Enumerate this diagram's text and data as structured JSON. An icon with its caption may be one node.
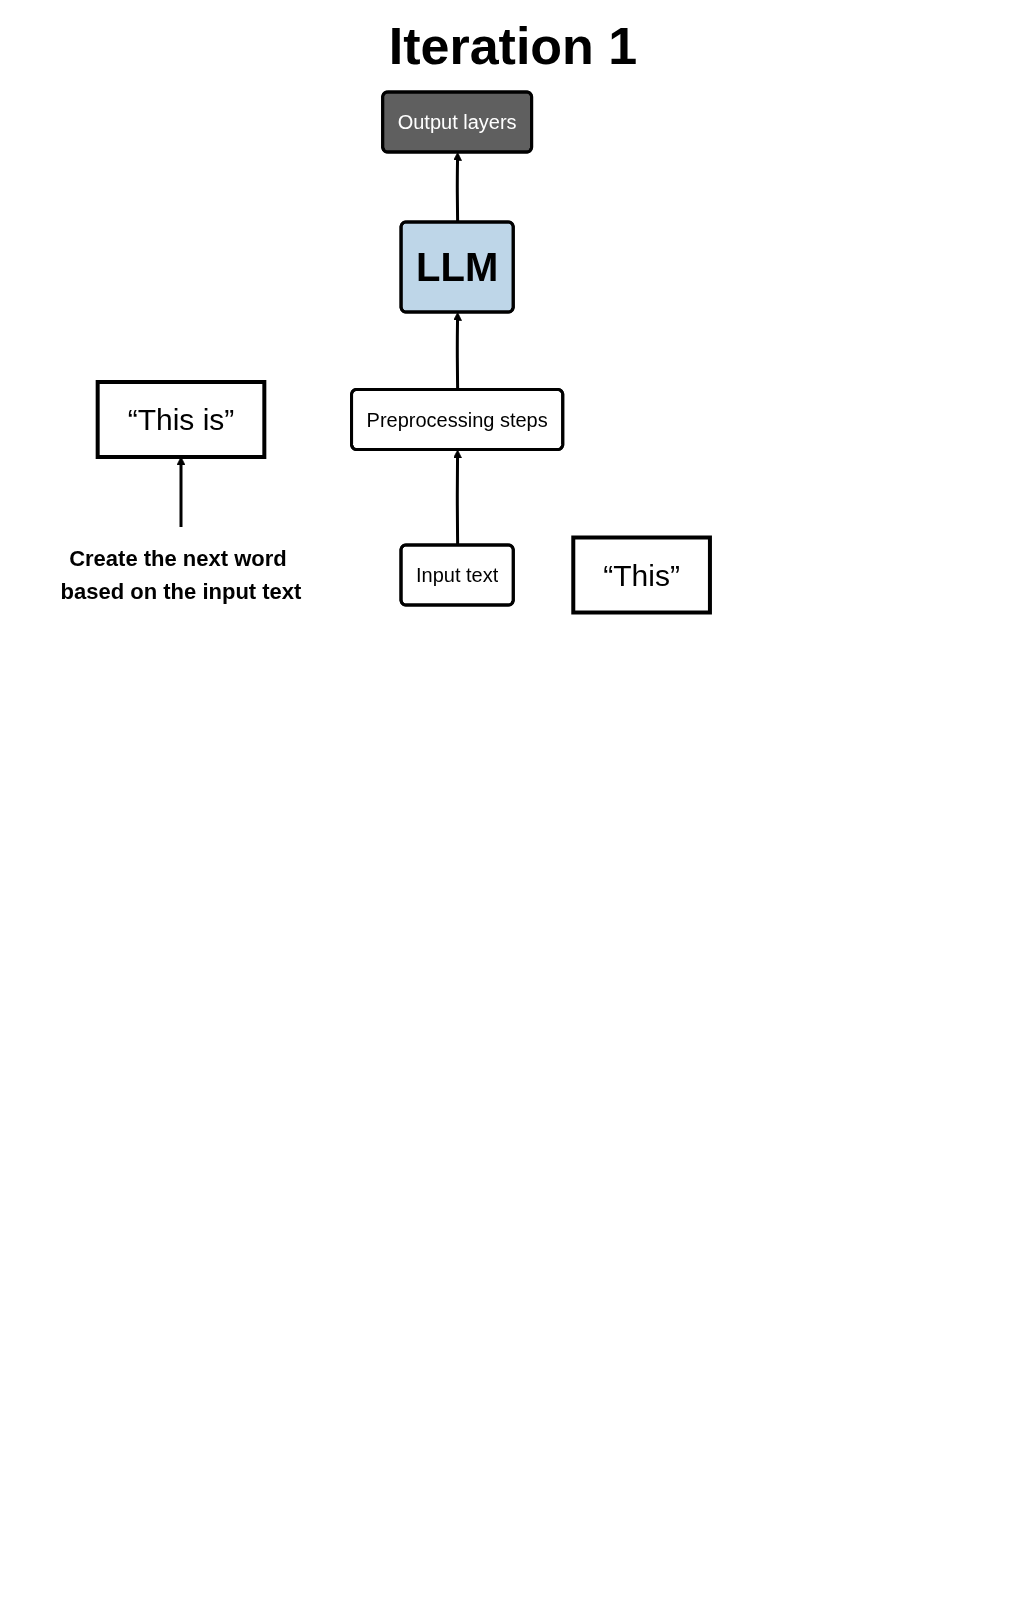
{
  "diagram": {
    "title": "Iteration 1",
    "nodes": [
      {
        "text": [
          "Create the next word based on the input text"
        ]
      },
      {
        "text": [
          "“This is”"
        ]
      },
      {
        "text": [
          "Output layers"
        ]
      },
      {
        "text": [
          "LLM"
        ]
      },
      {
        "text": [
          "Preprocessing steps"
        ]
      },
      {
        "text": [
          "Input text"
        ]
      },
      {
        "text": [
          "“This”"
        ]
      }
    ],
    "edges": [
      {
        "from": 0,
        "to": 1,
        "arrow": "to"
      },
      {
        "from": 3,
        "to": 2,
        "arrow": "to"
      },
      {
        "from": 4,
        "to": 3,
        "arrow": "to"
      },
      {
        "from": 5,
        "to": 4,
        "arrow": "to"
      }
    ]
  }
}
